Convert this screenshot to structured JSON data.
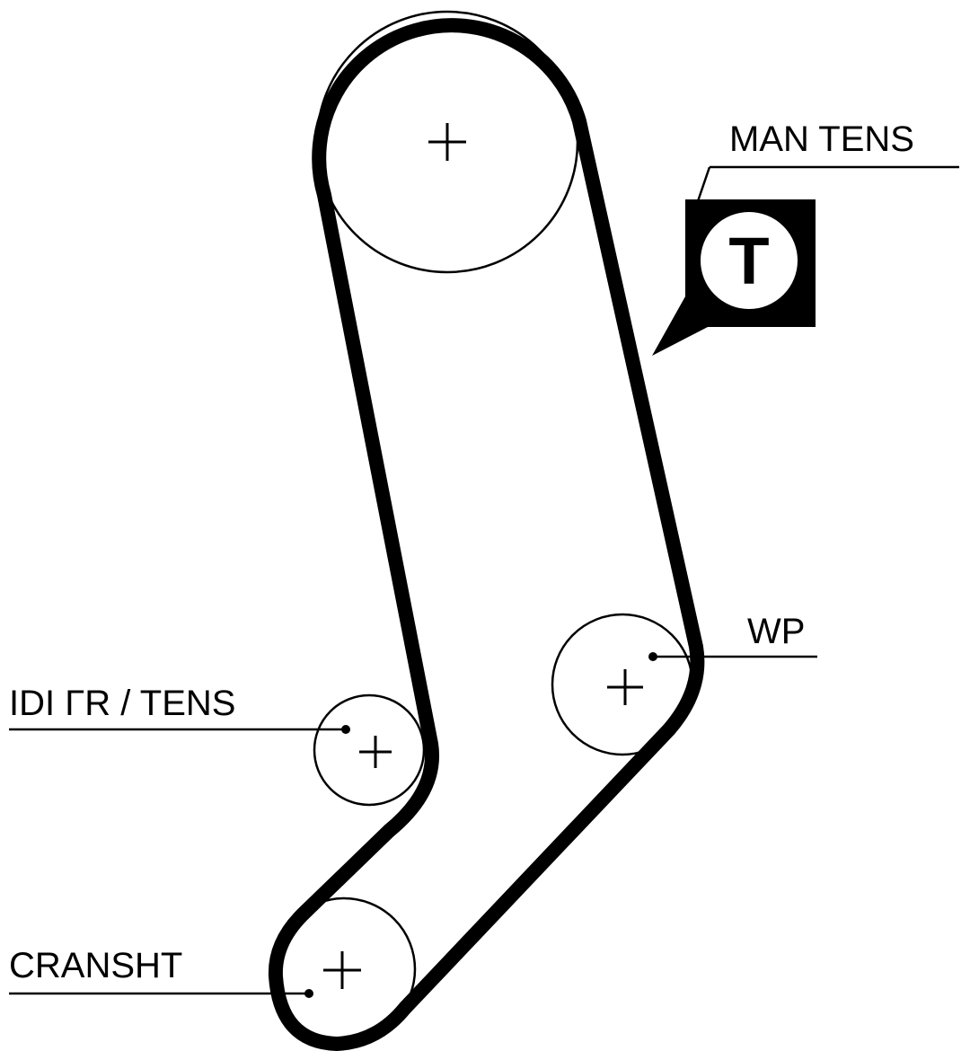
{
  "labels": {
    "man_tens": "MAN TENS",
    "wp": "WP",
    "idler_tens": "IDI ΓR / TENS",
    "crankshaft": "CRANSHT",
    "tensioner_symbol": "T"
  },
  "colors": {
    "ink": "#000000",
    "background": "#ffffff"
  }
}
